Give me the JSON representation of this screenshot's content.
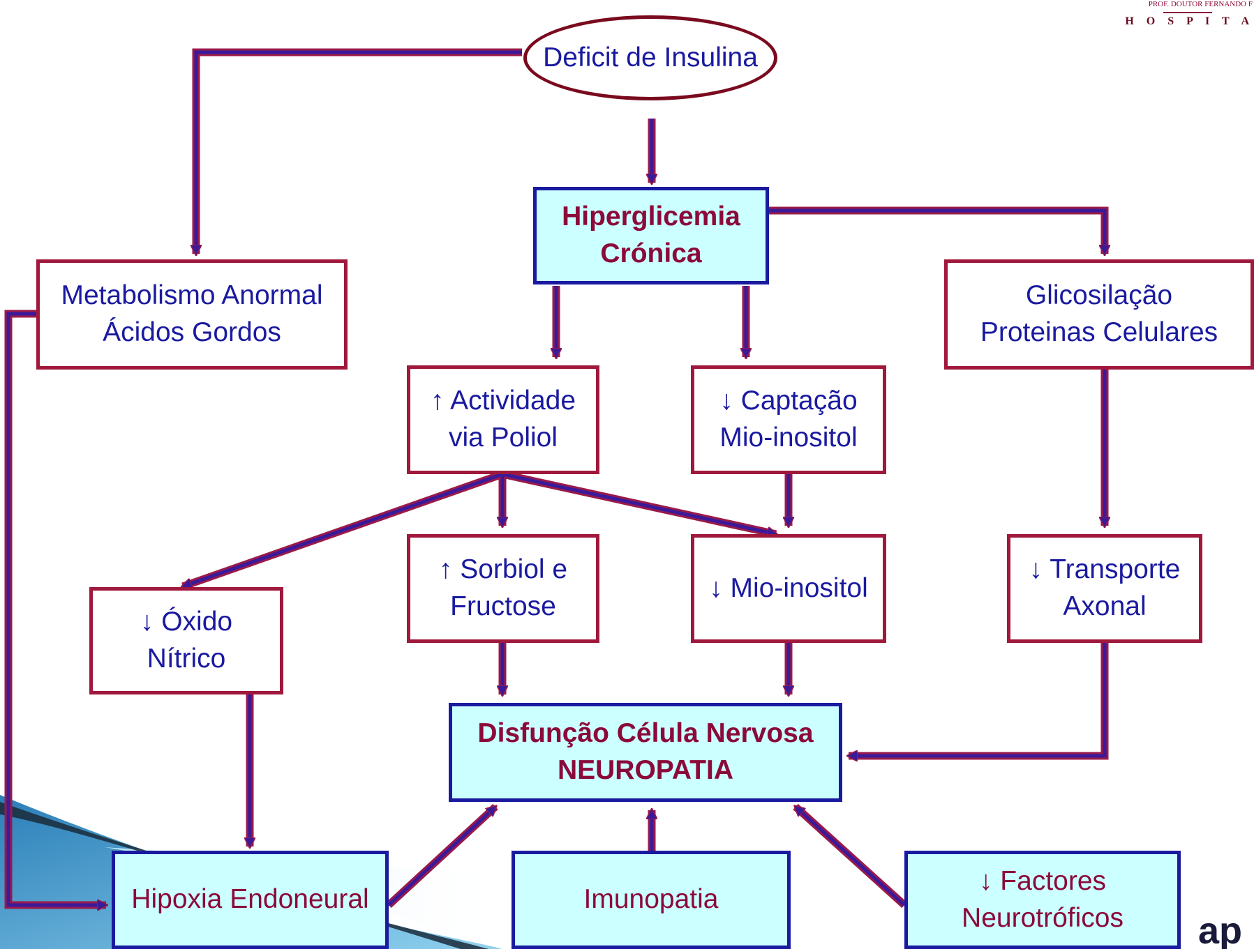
{
  "header_logo": {
    "line1": "PROF. DOUTOR FERNANDO F",
    "line2": "H O S P I T A"
  },
  "footer_logo": {
    "text": "ap"
  },
  "nodes": {
    "deficit": "Deficit de Insulina",
    "hiperglicemia": [
      "Hiperglicemia",
      "Crónica"
    ],
    "metabolismo": [
      "Metabolismo Anormal",
      "Ácidos Gordos"
    ],
    "glicosilacao": [
      "Glicosilação",
      "Proteinas Celulares"
    ],
    "actividade": [
      "↑ Actividade",
      "via Poliol"
    ],
    "captacao": [
      "↓ Captação",
      "Mio-inositol"
    ],
    "sorbiol": [
      "↑ Sorbiol e",
      "Fructose"
    ],
    "mioinositol": "↓ Mio-inositol",
    "transporte": [
      "↓ Transporte",
      "Axonal"
    ],
    "oxido": [
      "↓ Óxido",
      "Nítrico"
    ],
    "disfuncao": [
      "Disfunção Célula Nervosa",
      "NEUROPATIA"
    ],
    "hipoxia": "Hipoxia Endoneural",
    "imunopatia": "Imunopatia",
    "factores": [
      "↓ Factores",
      "Neurotróficos"
    ]
  },
  "colors": {
    "box_border": "#a0183c",
    "box_text": "#1a1aa0",
    "highlight_fill": "#ccffff",
    "highlight_border": "#1a1aa0",
    "highlight_text": "#8b0a3a",
    "arrow_core": "#3a1a9a",
    "arrow_edge": "#9a1a4a"
  }
}
